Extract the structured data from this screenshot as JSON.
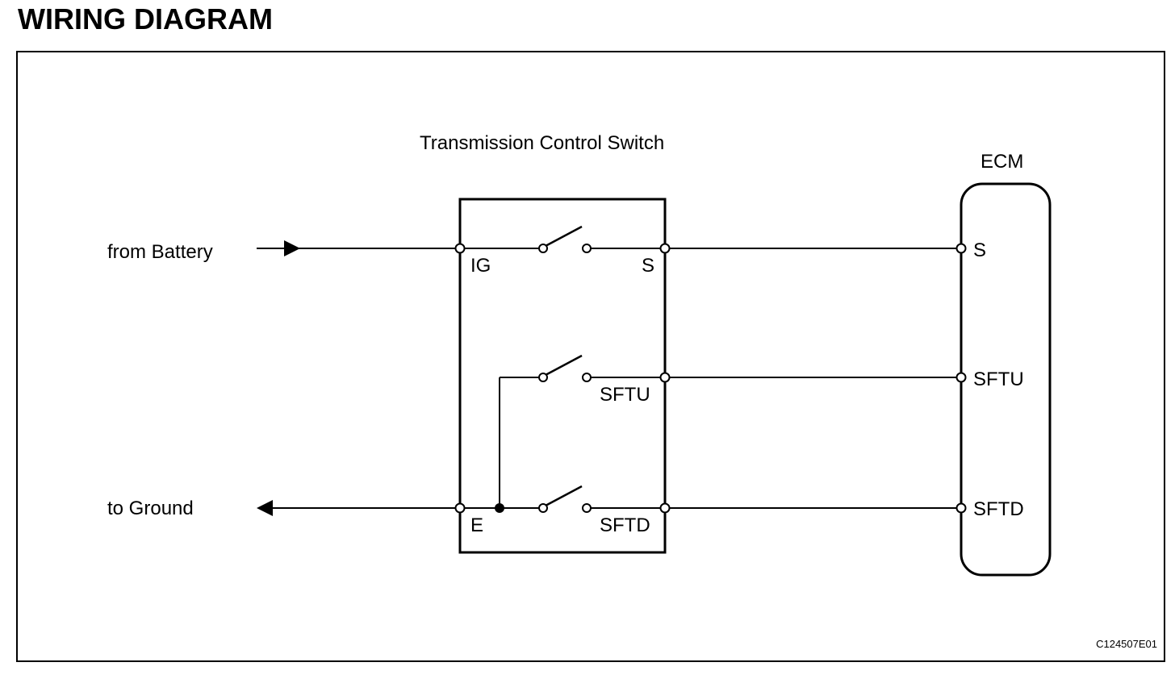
{
  "page": {
    "title": "WIRING DIAGRAM"
  },
  "diagram": {
    "switch_name": "Transmission Control Switch",
    "ecm_name": "ECM",
    "from_label": "from Battery",
    "to_label": "to Ground",
    "switch_pins": {
      "ig": "IG",
      "s": "S",
      "sftu": "SFTU",
      "e": "E",
      "sftd": "SFTD"
    },
    "ecm_pins": {
      "s": "S",
      "sftu": "SFTU",
      "sftd": "SFTD"
    },
    "figure_code": "C124507E01",
    "colors": {
      "line": "#000000",
      "background": "#ffffff"
    }
  }
}
